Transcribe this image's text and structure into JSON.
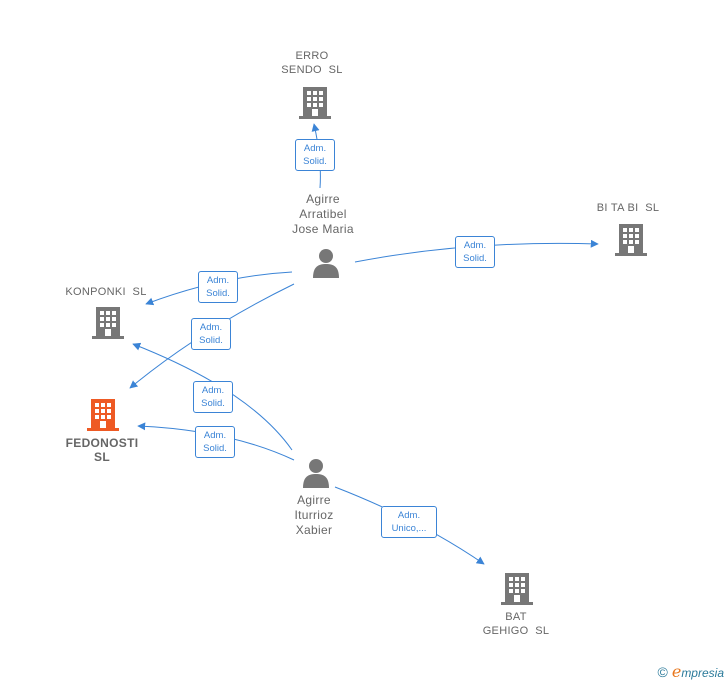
{
  "colors": {
    "edge": "#3b84d6",
    "company": "#777777",
    "focus": "#ee5a24",
    "person": "#777777"
  },
  "nodes": {
    "erro": {
      "type": "company",
      "lines": [
        "ERRO",
        "SENDO  SL"
      ]
    },
    "bitabi": {
      "type": "company",
      "lines": [
        "BI TA BI  SL"
      ]
    },
    "konponki": {
      "type": "company",
      "lines": [
        "KONPONKI  SL"
      ]
    },
    "fedonosti": {
      "type": "company-focus",
      "lines": [
        "FEDONOSTI",
        "SL"
      ]
    },
    "bat": {
      "type": "company",
      "lines": [
        "BAT",
        "GEHIGO  SL"
      ]
    },
    "jose": {
      "type": "person",
      "lines": [
        "Agirre",
        "Arratibel",
        "Jose Maria"
      ]
    },
    "xabier": {
      "type": "person",
      "lines": [
        "Agirre",
        "Iturrioz",
        "Xabier"
      ]
    }
  },
  "edges": [
    {
      "id": "jose-erro",
      "lines": [
        "Adm.",
        "Solid."
      ]
    },
    {
      "id": "jose-bitabi",
      "lines": [
        "Adm.",
        "Solid."
      ]
    },
    {
      "id": "jose-konponki",
      "lines": [
        "Adm.",
        "Solid."
      ]
    },
    {
      "id": "jose-fedonosti",
      "lines": [
        "Adm.",
        "Solid."
      ]
    },
    {
      "id": "xabier-konponki",
      "lines": [
        "Adm.",
        "Solid."
      ]
    },
    {
      "id": "xabier-fedonosti",
      "lines": [
        "Adm.",
        "Solid."
      ]
    },
    {
      "id": "xabier-bat",
      "lines": [
        "Adm.",
        "Unico,..."
      ]
    }
  ],
  "footer": {
    "copyright": "©",
    "brand_initial": "e",
    "brand_rest": "mpresia"
  }
}
